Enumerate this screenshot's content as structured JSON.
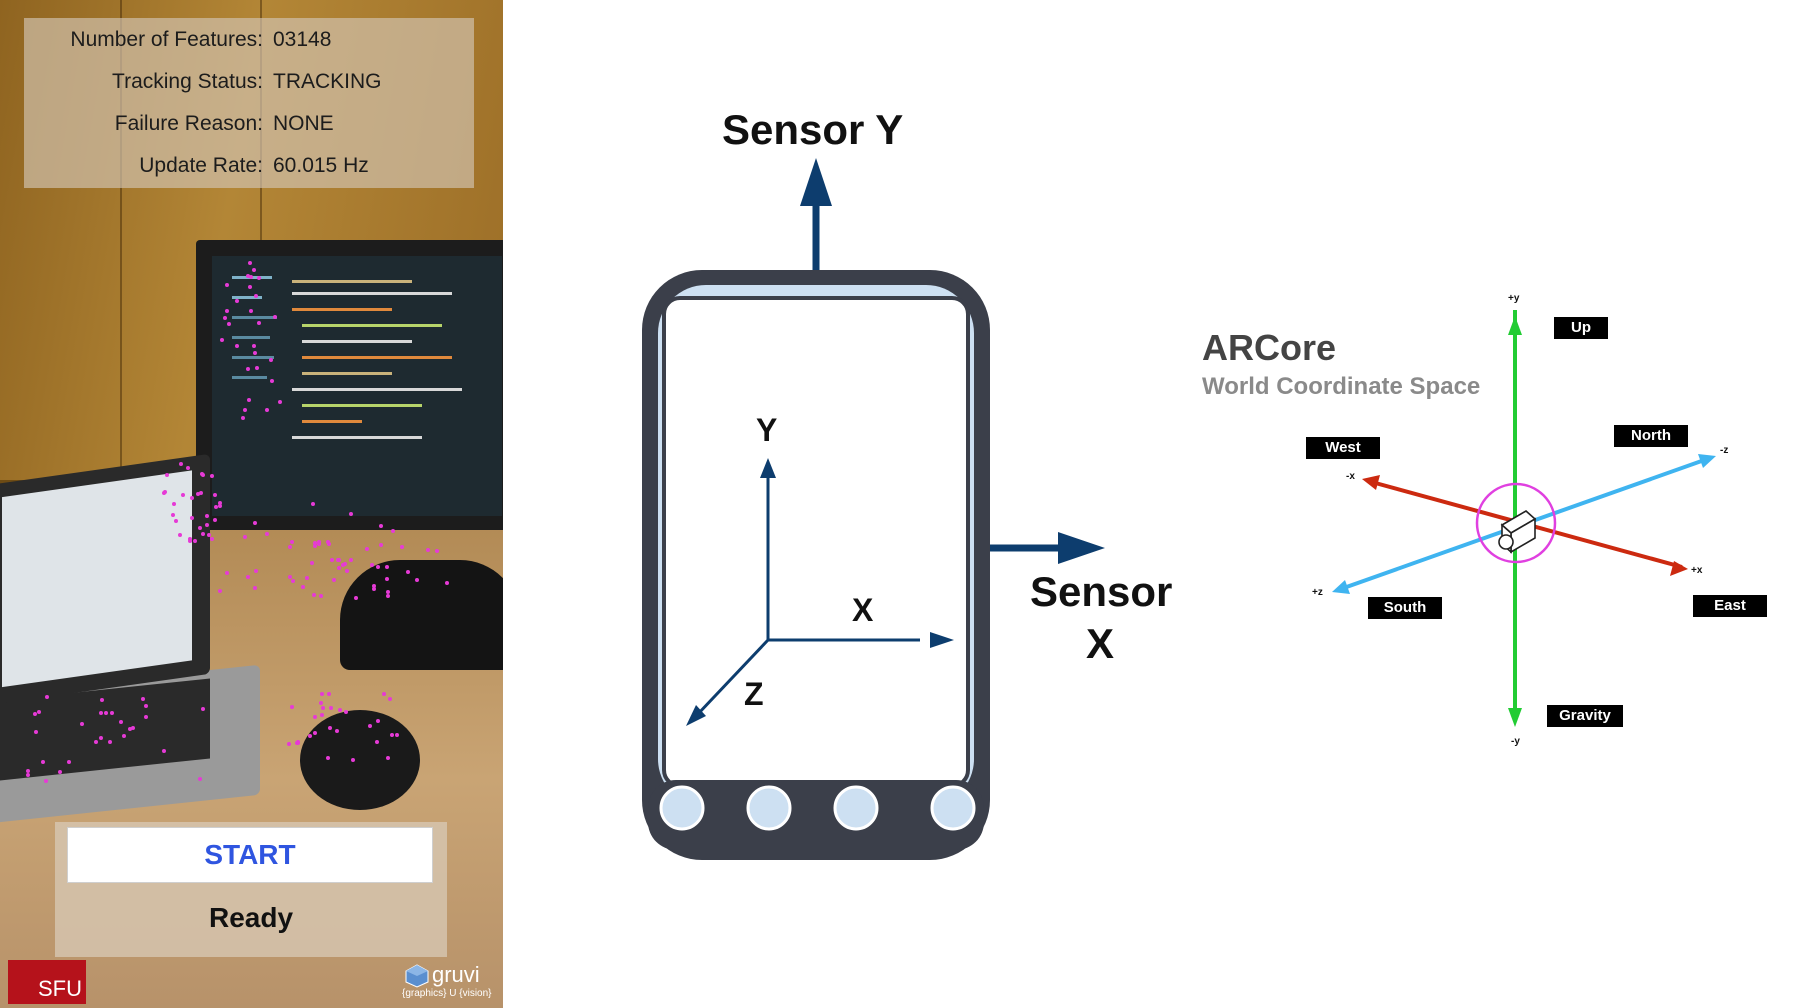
{
  "info_panel": {
    "rows": [
      {
        "label": "Number of Features:",
        "value": "03148"
      },
      {
        "label": "Tracking Status:",
        "value": "TRACKING"
      },
      {
        "label": "Failure Reason:",
        "value": "NONE"
      },
      {
        "label": "Update Rate:",
        "value": "60.015 Hz"
      }
    ]
  },
  "controls": {
    "start_label": "START",
    "status_text": "Ready"
  },
  "logos": {
    "sfu": "SFU",
    "gruvi_word": "gruvi",
    "gruvi_sub": "{graphics} U {vision}"
  },
  "phone_diagram": {
    "sensor_y": "Sensor Y",
    "sensor_x_line1": "Sensor",
    "sensor_x_line2": "X",
    "axis_y": "Y",
    "axis_x": "X",
    "axis_z": "Z"
  },
  "arcore": {
    "title": "ARCore",
    "subtitle": "World Coordinate Space",
    "labels": {
      "up": "Up",
      "north": "North",
      "west": "West",
      "south": "South",
      "east": "East",
      "gravity": "Gravity"
    },
    "axes": {
      "plus_y": "+y",
      "minus_y": "-y",
      "plus_x": "+x",
      "minus_x": "-x",
      "plus_z": "+z",
      "minus_z": "-z"
    },
    "colors": {
      "y_axis": "#22cc33",
      "x_axis": "#cc2a10",
      "z_axis": "#3fb4f0",
      "origin_ring": "#e040e0"
    }
  },
  "colors": {
    "start_text": "#2f55e0",
    "diagram_blue": "#0d3d6e",
    "phone_body": "#3b3f4a",
    "phone_button": "#cde0f2",
    "sfu_red": "#b5121b"
  }
}
